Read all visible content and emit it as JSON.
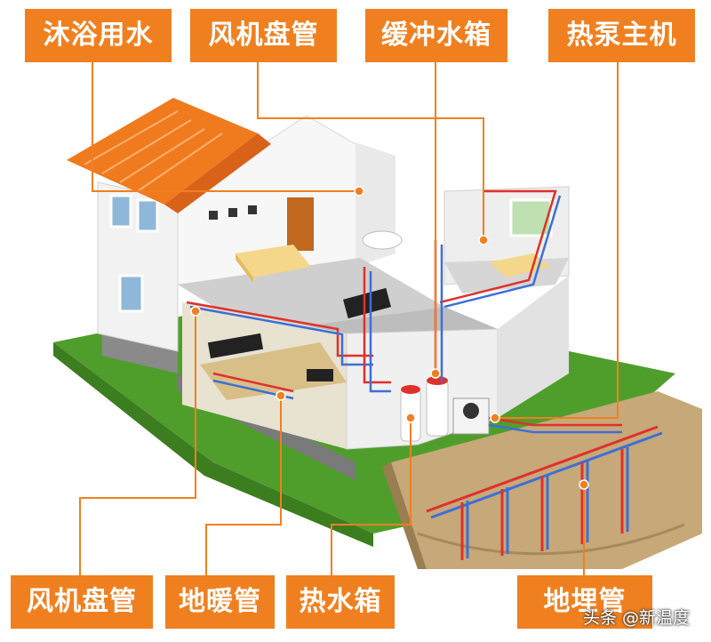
{
  "labels": {
    "top": [
      "沐浴用水",
      "风机盘管",
      "缓冲水箱",
      "热泵主机"
    ],
    "bottom": [
      "风机盘管",
      "地暖管",
      "热水箱",
      "地埋管"
    ]
  },
  "watermark": "头条 @新温度",
  "colors": {
    "label_bg": "#f0801f",
    "leader_line": "#f0801f",
    "hot_pipe": "#e0302a",
    "cold_pipe": "#3d6fd8",
    "grass": "#4a9a2a",
    "roof": "#f07a1e",
    "soil": "#b89a6a"
  }
}
